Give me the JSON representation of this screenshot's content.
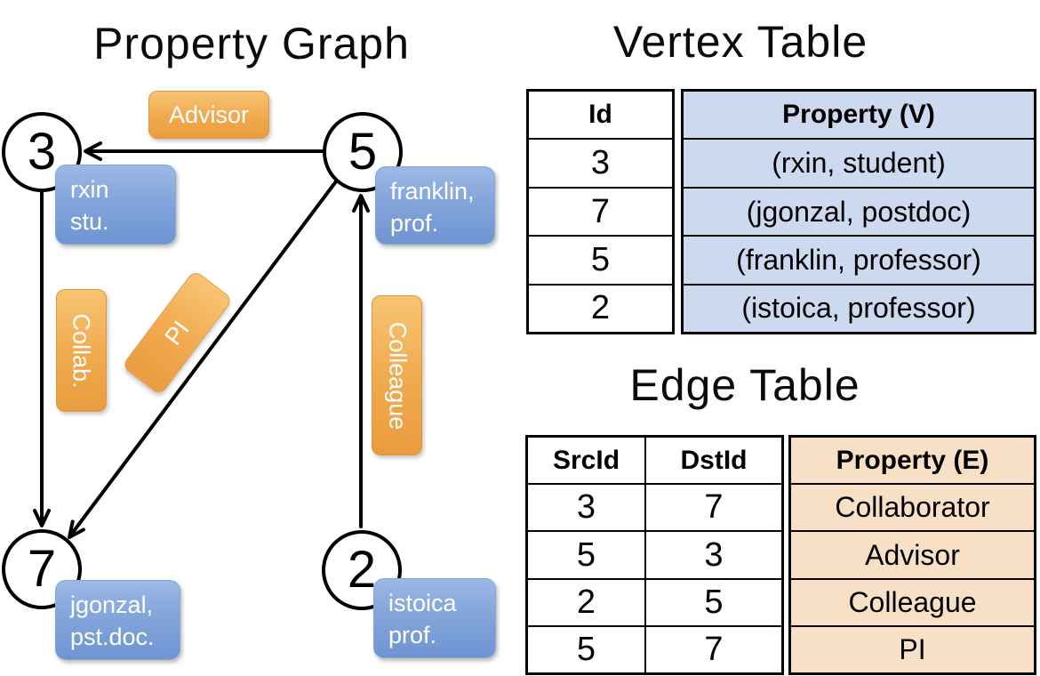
{
  "graph": {
    "title": "Property Graph",
    "nodes": [
      {
        "id": "3",
        "prop_line1": "rxin",
        "prop_line2": "stu."
      },
      {
        "id": "5",
        "prop_line1": "franklin,",
        "prop_line2": "prof."
      },
      {
        "id": "7",
        "prop_line1": "jgonzal,",
        "prop_line2": "pst.doc."
      },
      {
        "id": "2",
        "prop_line1": "istoica",
        "prop_line2": "prof."
      }
    ],
    "edge_labels": {
      "advisor": "Advisor",
      "collab": "Collab.",
      "pi": "PI",
      "colleague": "Colleague"
    },
    "edges": [
      {
        "src": "5",
        "dst": "3",
        "label": "Advisor"
      },
      {
        "src": "3",
        "dst": "7",
        "label": "Collab."
      },
      {
        "src": "5",
        "dst": "7",
        "label": "PI"
      },
      {
        "src": "2",
        "dst": "5",
        "label": "Colleague"
      }
    ]
  },
  "vertex_table": {
    "title": "Vertex Table",
    "columns": {
      "id": "Id",
      "property": "Property (V)"
    },
    "rows": [
      {
        "id": "3",
        "property": "(rxin, student)"
      },
      {
        "id": "7",
        "property": "(jgonzal, postdoc)"
      },
      {
        "id": "5",
        "property": "(franklin, professor)"
      },
      {
        "id": "2",
        "property": "(istoica, professor)"
      }
    ]
  },
  "edge_table": {
    "title": "Edge Table",
    "columns": {
      "src": "SrcId",
      "dst": "DstId",
      "property": "Property (E)"
    },
    "rows": [
      {
        "src": "3",
        "dst": "7",
        "property": "Collaborator"
      },
      {
        "src": "5",
        "dst": "3",
        "property": "Advisor"
      },
      {
        "src": "2",
        "dst": "5",
        "property": "Colleague"
      },
      {
        "src": "5",
        "dst": "7",
        "property": "PI"
      }
    ]
  },
  "colors": {
    "edge_label_orange": "#f0a94e",
    "vertex_box_blue": "#84a5da",
    "vertex_table_property_bg": "#cdd9ee",
    "edge_table_property_bg": "#f7e0c5",
    "line_black": "#000000",
    "label_text_white": "#ffffff"
  }
}
